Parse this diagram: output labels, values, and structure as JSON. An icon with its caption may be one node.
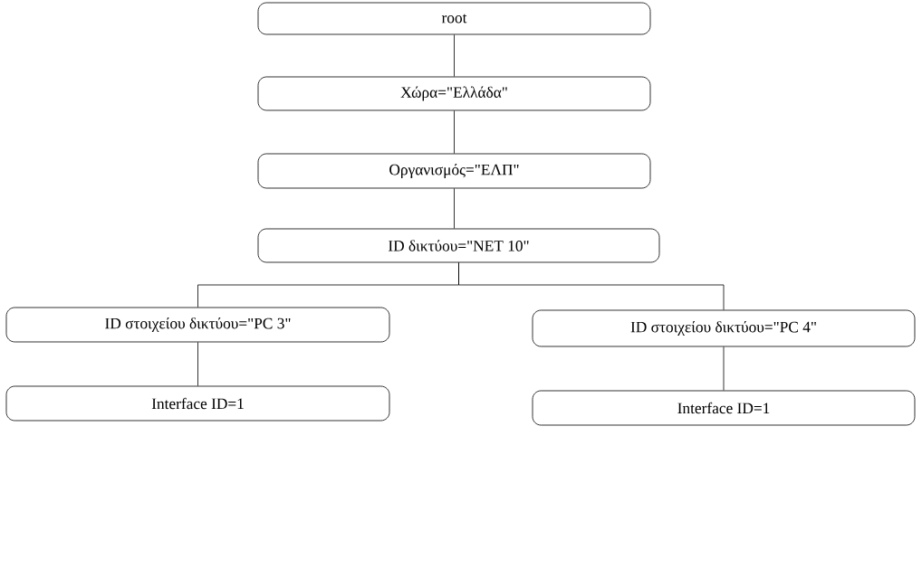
{
  "diagram": {
    "nodes": [
      {
        "text": [
          "root"
        ]
      },
      {
        "text": [
          "Χώρα=\"Ελλάδα\""
        ]
      },
      {
        "text": [
          "Οργανισμός=\"ΕΛΠ\""
        ]
      },
      {
        "text": [
          "ID δικτύου=\"NET 10\""
        ]
      },
      {
        "text": [
          "ID στοιχείου δικτύου=\"PC 3\""
        ]
      },
      {
        "text": [
          "ID στοιχείου δικτύου=\"PC 4\""
        ]
      },
      {
        "text": [
          "Interface ID=1"
        ]
      },
      {
        "text": [
          "Interface ID=1"
        ]
      }
    ],
    "edges": [
      {
        "from": 0,
        "to": 1,
        "arrow": "none"
      },
      {
        "from": 1,
        "to": 2,
        "arrow": "none"
      },
      {
        "from": 2,
        "to": 3,
        "arrow": "none"
      },
      {
        "from": 3,
        "to": 4,
        "arrow": "none"
      },
      {
        "from": 3,
        "to": 5,
        "arrow": "none"
      },
      {
        "from": 4,
        "to": 6,
        "arrow": "none"
      },
      {
        "from": 5,
        "to": 7,
        "arrow": "none"
      }
    ]
  }
}
